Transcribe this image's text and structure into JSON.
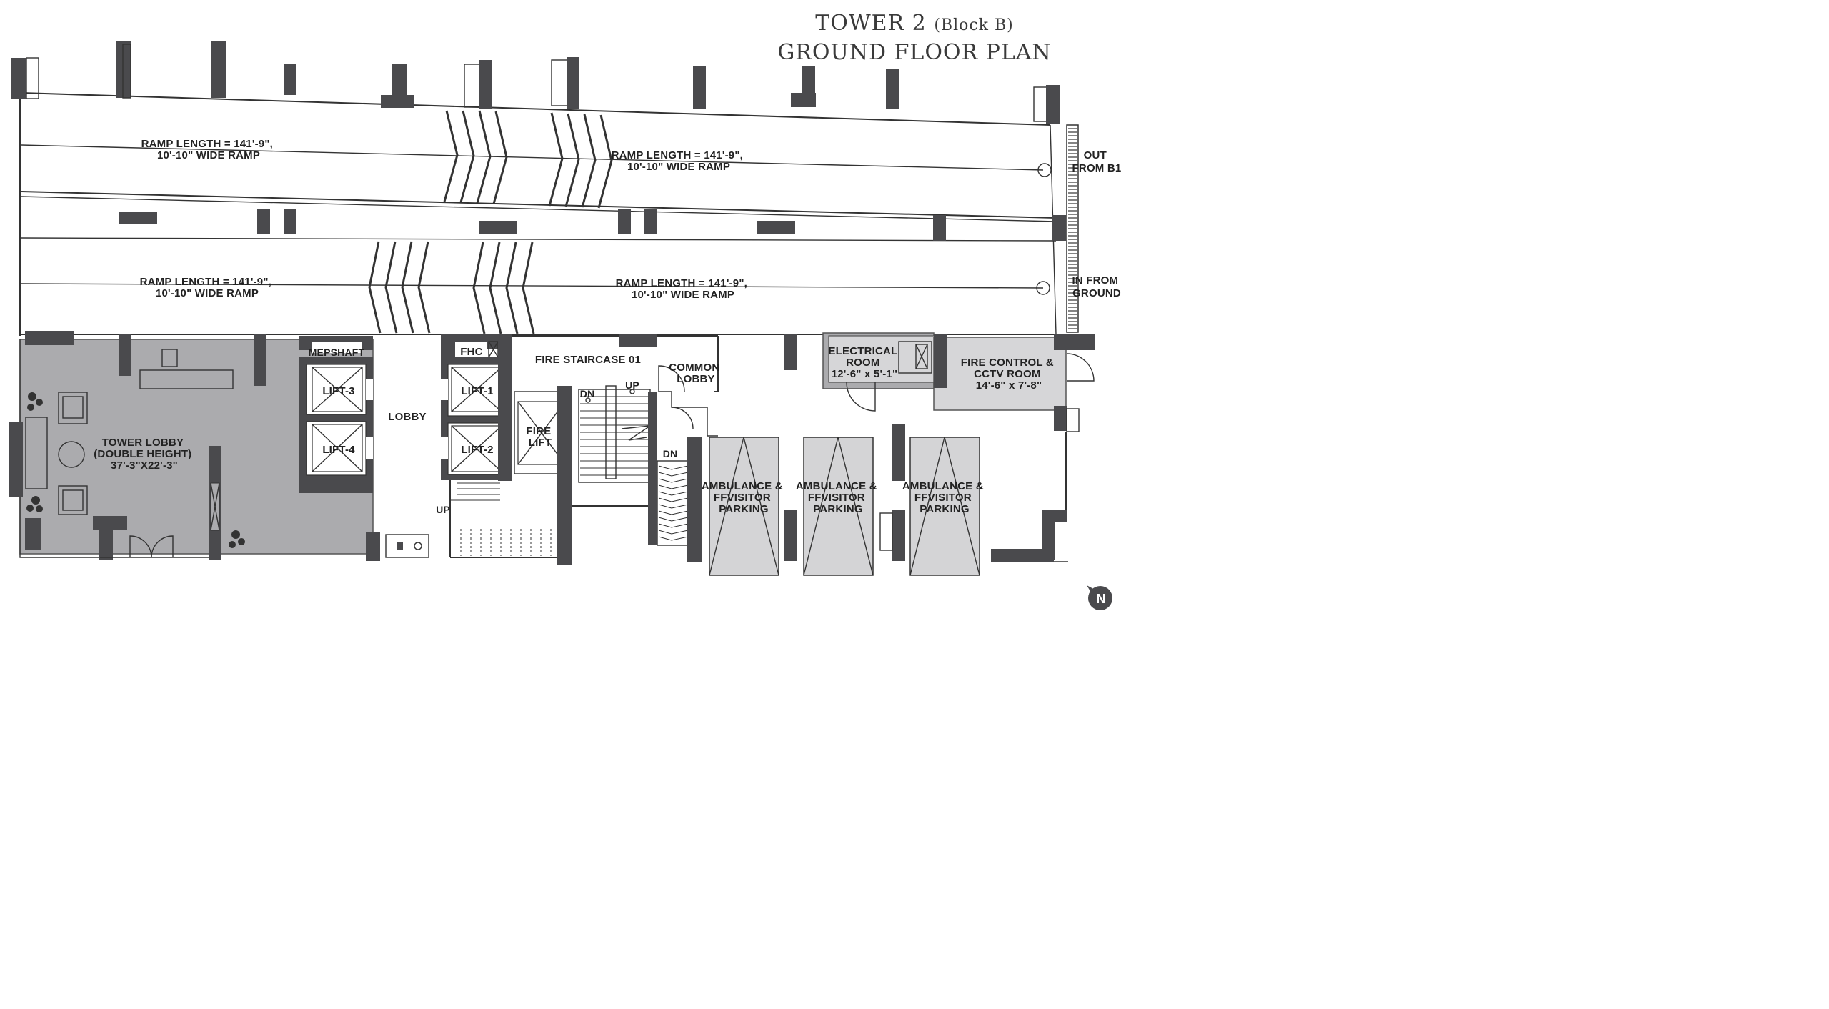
{
  "title": {
    "line1_main": "TOWER 2",
    "line1_sub": "(Block B)",
    "line2": "GROUND FLOOR PLAN"
  },
  "ramps": {
    "top_left": [
      "RAMP LENGTH = 141'-9\",",
      "10'-10\" WIDE RAMP"
    ],
    "top_right": [
      "RAMP LENGTH = 141'-9\",",
      "10'-10\" WIDE RAMP"
    ],
    "bottom_left": [
      "RAMP LENGTH = 141'-9\",",
      "10'-10\" WIDE RAMP"
    ],
    "bottom_right": [
      "RAMP LENGTH = 141'-9\",",
      "10'-10\" WIDE RAMP"
    ]
  },
  "directions": {
    "out": [
      "OUT",
      "FROM B1"
    ],
    "in": [
      "IN FROM",
      "GROUND"
    ]
  },
  "rooms": {
    "tower_lobby": [
      "TOWER LOBBY",
      "(DOUBLE HEIGHT)",
      "37'-3\"X22'-3\""
    ],
    "mepshaft": "MEPSHAFT",
    "fhc": "FHC",
    "lift3": "LIFT-3",
    "lift4": "LIFT-4",
    "lift1": "LIFT-1",
    "lift2": "LIFT-2",
    "lobby": "LOBBY",
    "fire_lift": [
      "FIRE",
      "LIFT"
    ],
    "fire_staircase": "FIRE STAIRCASE 01",
    "common_lobby": [
      "COMMON",
      "LOBBY"
    ],
    "electrical": [
      "ELECTRICAL",
      "ROOM",
      "12'-6\" x 5'-1\""
    ],
    "fire_control": [
      "FIRE CONTROL &",
      "CCTV  ROOM",
      "14'-6\" x 7'-8\""
    ],
    "parking": [
      "AMBULANCE &",
      "FFVISITOR",
      "PARKING"
    ]
  },
  "stairs": {
    "up": "UP",
    "dn": "DN"
  },
  "north": "N",
  "colors": {
    "wall": "#4a4a4d",
    "lobby_fill": "#ababae",
    "room_fill": "#d6d6d8",
    "parking_fill": "#d4d4d6",
    "line": "#333333"
  }
}
